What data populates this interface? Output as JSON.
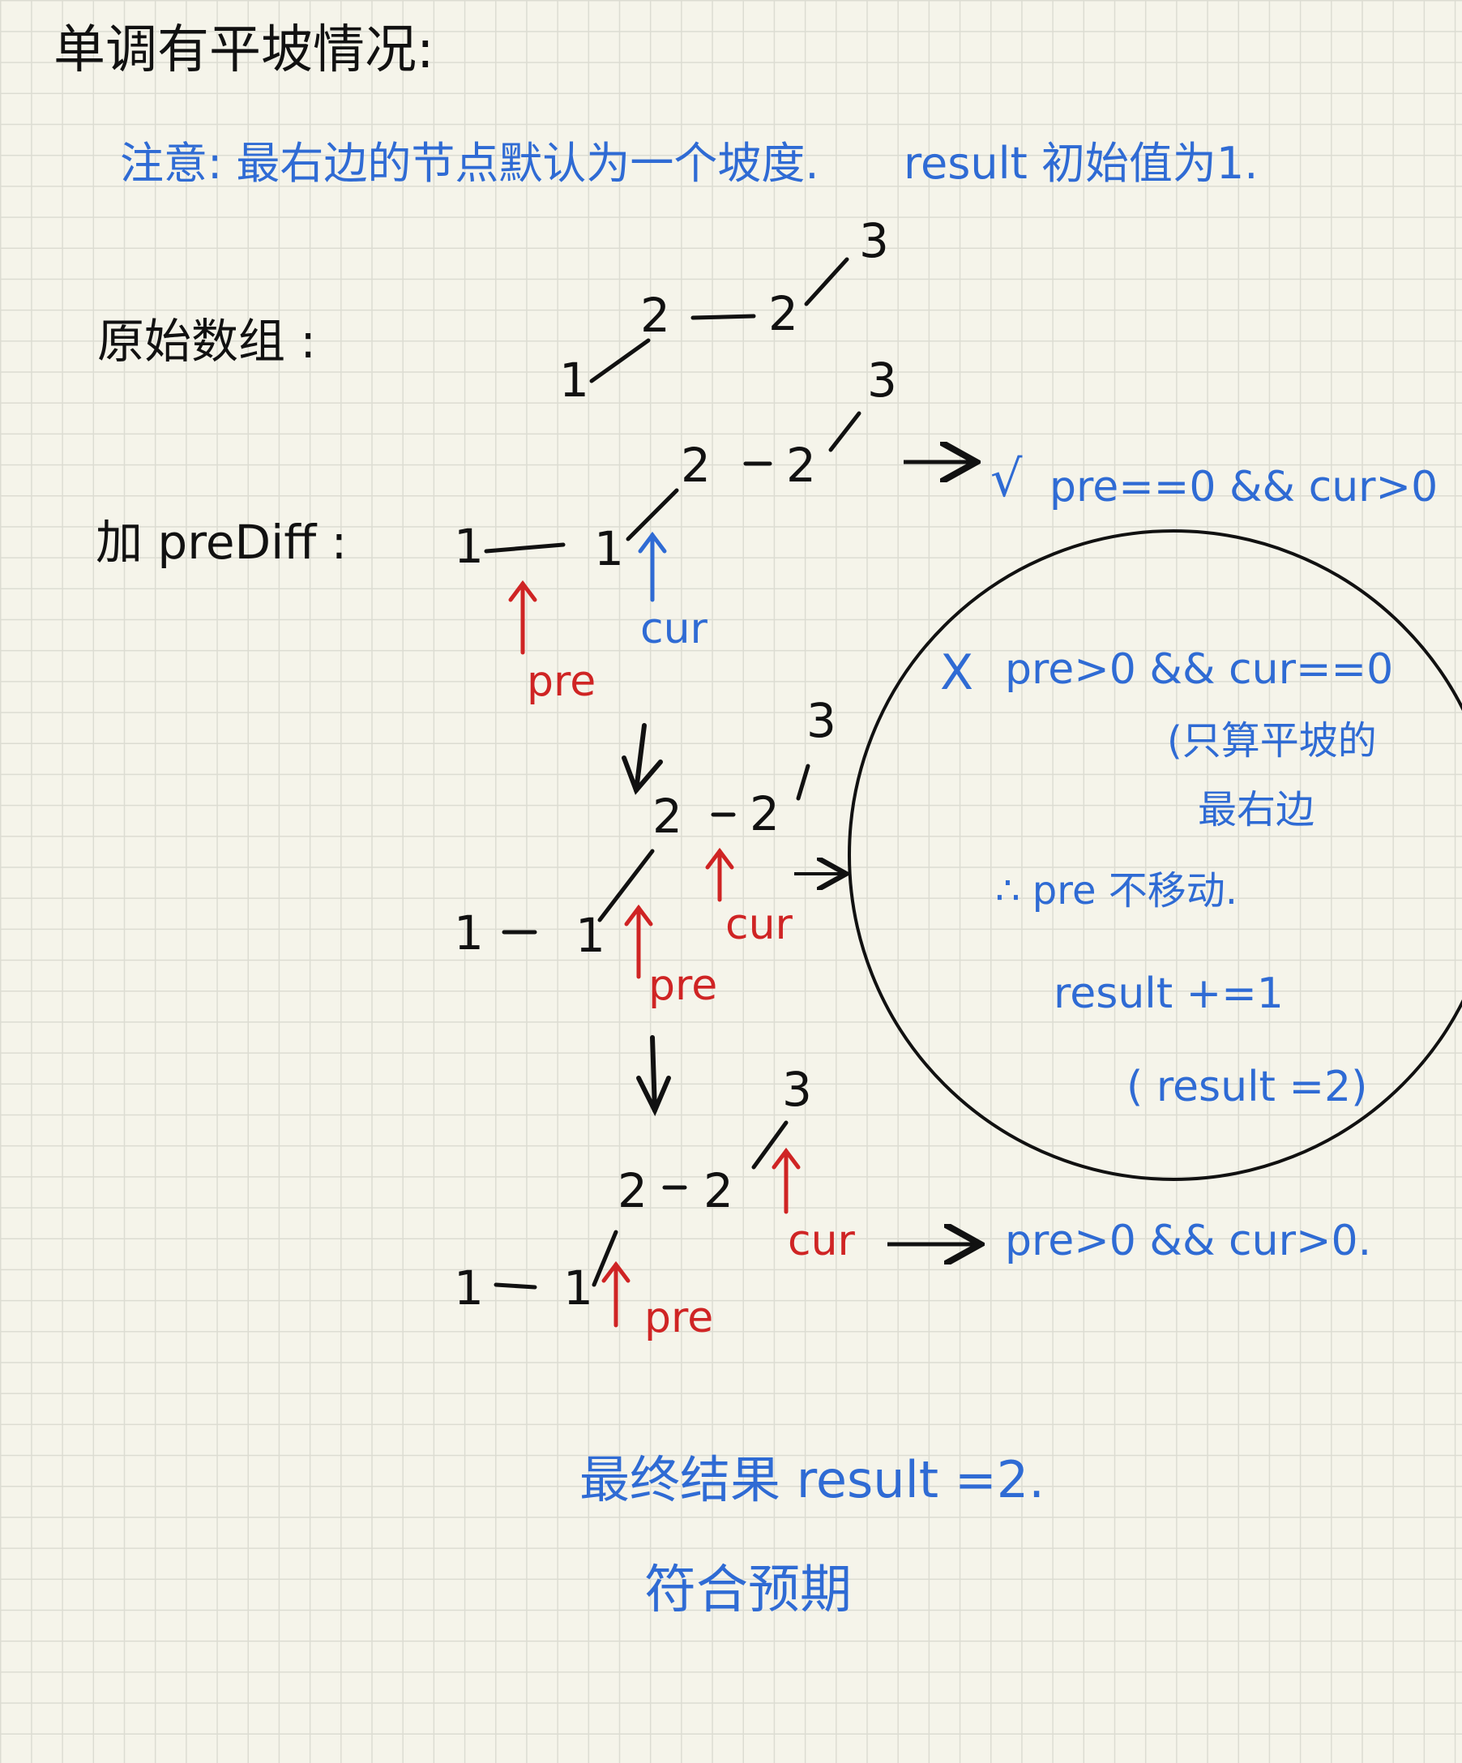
{
  "title": "单调有平坡情况:",
  "note": "注意: 最右边的节点默认为一个坡度.",
  "note_result_init": "result 初始值为1.",
  "labels": {
    "original_array": "原始数组 :",
    "add_prediff": "加 preDiff :"
  },
  "original": {
    "n1": "1",
    "n2": "2",
    "n3": "2",
    "n4": "3"
  },
  "step1": {
    "n0": "1",
    "n1": "1",
    "n2": "2",
    "n3": "2",
    "n4": "3",
    "pre": "pre",
    "cur": "cur"
  },
  "step2": {
    "n0": "1",
    "n1": "1",
    "n2": "2",
    "n3": "2",
    "n4": "3",
    "pre": "pre",
    "cur": "cur"
  },
  "step3": {
    "n0": "1",
    "n1": "1",
    "n2": "2",
    "n3": "2",
    "n4": "3",
    "pre": "pre",
    "cur": "cur"
  },
  "annot1": {
    "check": "√",
    "cond": "pre==0 && cur>0"
  },
  "circle": {
    "cross": "X",
    "cond": "pre>0 && cur==0",
    "note_l1": "(只算平坡的",
    "note_l2": "最右边",
    "conclusion": "∴ pre 不移动.",
    "inc": "result +=1",
    "val": "( result =2)"
  },
  "annot3": {
    "cond": "pre>0 && cur>0."
  },
  "final": {
    "result": "最终结果 result =2.",
    "match": "符合预期"
  },
  "colors": {
    "ink": "#111111",
    "blue": "#2f6bd4",
    "red": "#cf2424",
    "paper": "#f5f4ea",
    "grid": "#dcdcd2"
  }
}
